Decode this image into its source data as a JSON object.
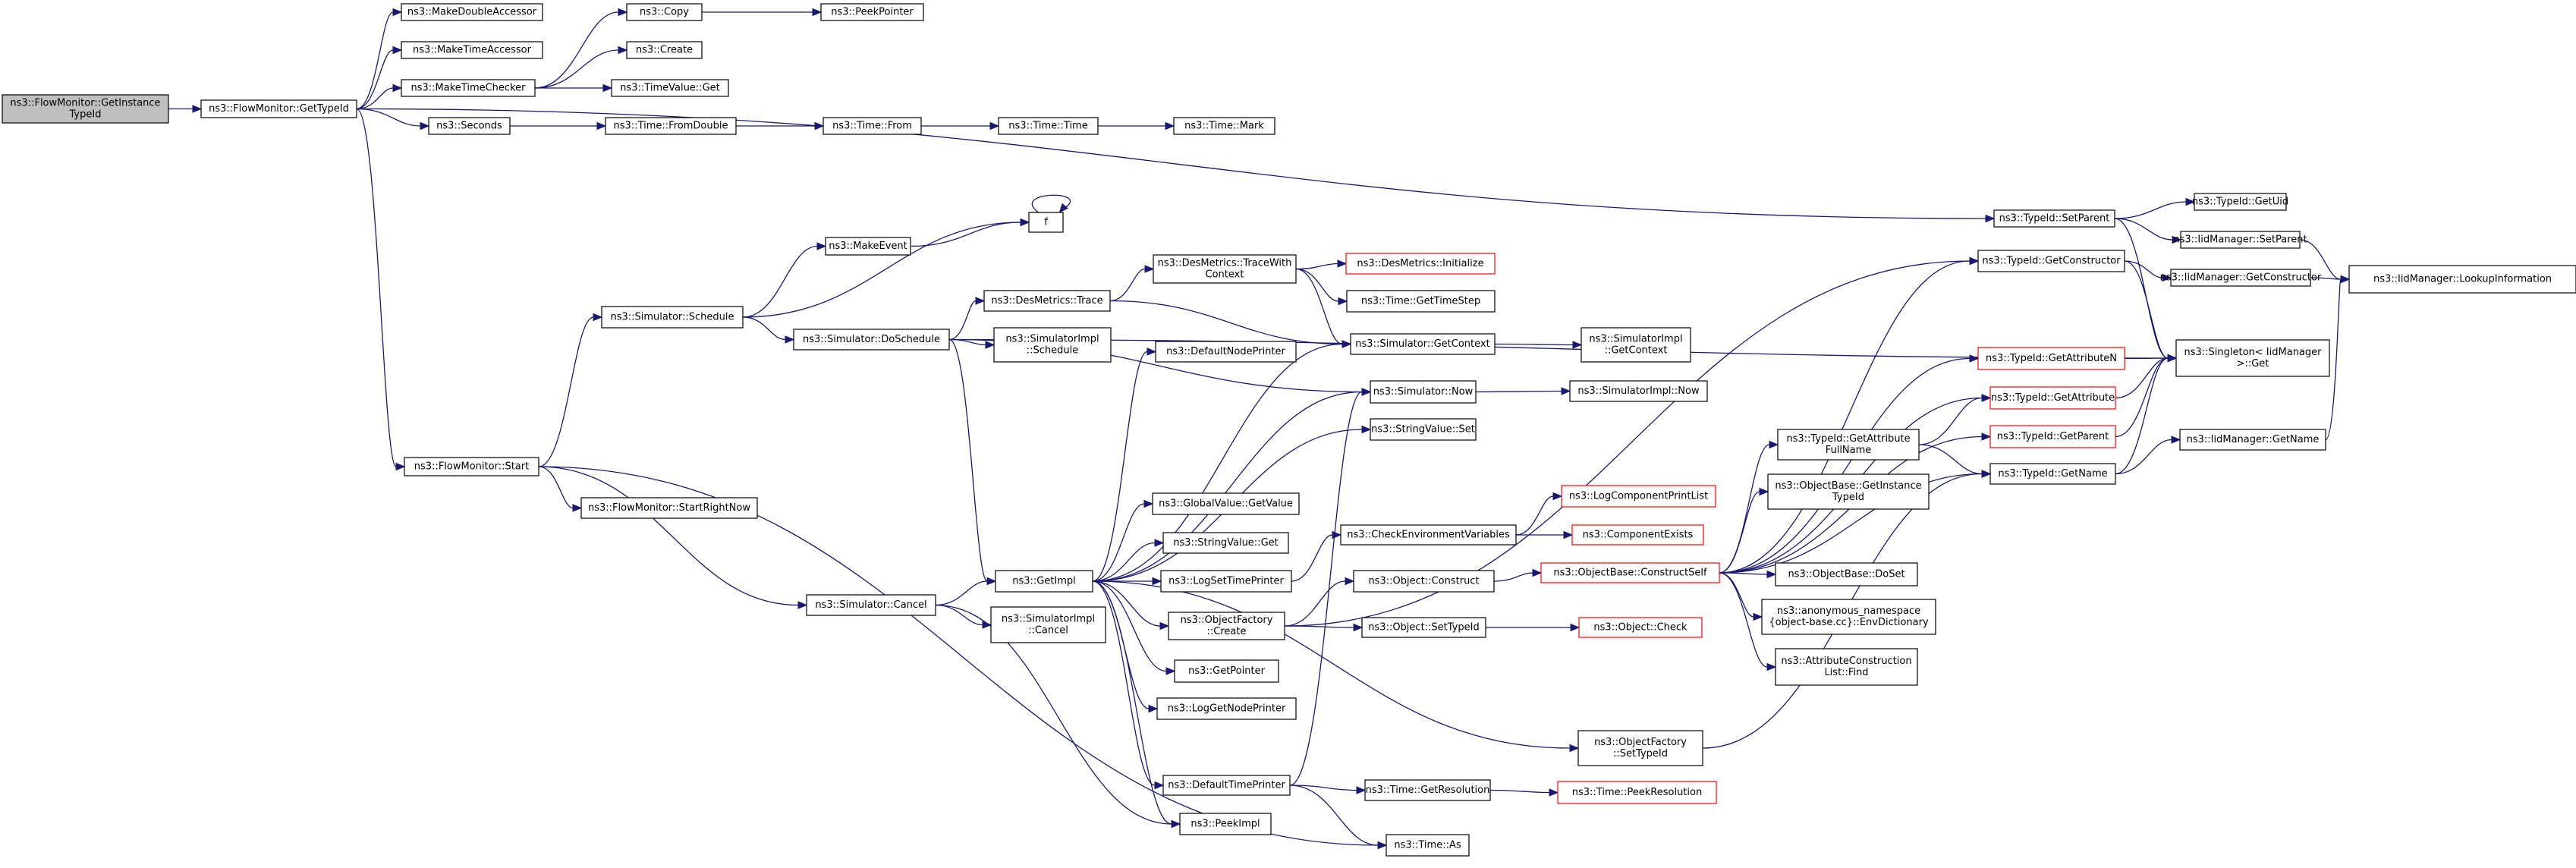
{
  "nodes": [
    {
      "id": "n0",
      "lines": [
        "ns3::FlowMonitor::GetInstance",
        "TypeId"
      ],
      "style": "root"
    },
    {
      "id": "n1",
      "lines": [
        "ns3::FlowMonitor::GetTypeId"
      ]
    },
    {
      "id": "n2",
      "lines": [
        "ns3::MakeDoubleAccessor"
      ]
    },
    {
      "id": "n3",
      "lines": [
        "ns3::MakeTimeAccessor"
      ]
    },
    {
      "id": "n4",
      "lines": [
        "ns3::MakeTimeChecker"
      ]
    },
    {
      "id": "n5",
      "lines": [
        "ns3::Seconds"
      ]
    },
    {
      "id": "n6",
      "lines": [
        "ns3::FlowMonitor::Start"
      ]
    },
    {
      "id": "n7",
      "lines": [
        "ns3::Copy"
      ]
    },
    {
      "id": "n8",
      "lines": [
        "ns3::Create"
      ]
    },
    {
      "id": "n9",
      "lines": [
        "ns3::TimeValue::Get"
      ]
    },
    {
      "id": "n10",
      "lines": [
        "ns3::PeekPointer"
      ]
    },
    {
      "id": "n11",
      "lines": [
        "ns3::Time::FromDouble"
      ]
    },
    {
      "id": "n12",
      "lines": [
        "ns3::Time::From"
      ]
    },
    {
      "id": "n13",
      "lines": [
        "ns3::Time::Time"
      ]
    },
    {
      "id": "n14",
      "lines": [
        "ns3::Time::Mark"
      ]
    },
    {
      "id": "n15",
      "lines": [
        "ns3::TypeId::SetParent"
      ]
    },
    {
      "id": "n16",
      "lines": [
        "ns3::TypeId::GetUid"
      ]
    },
    {
      "id": "n17",
      "lines": [
        "ns3::IidManager::SetParent"
      ]
    },
    {
      "id": "n18",
      "lines": [
        "ns3::IidManager::LookupInformation"
      ]
    },
    {
      "id": "n19",
      "lines": [
        "ns3::Singleton< IidManager",
        " >::Get"
      ]
    },
    {
      "id": "n20",
      "lines": [
        "ns3::IidManager::GetConstructor"
      ]
    },
    {
      "id": "n21",
      "lines": [
        "f"
      ]
    },
    {
      "id": "n22",
      "lines": [
        "ns3::MakeEvent"
      ]
    },
    {
      "id": "n23",
      "lines": [
        "ns3::Simulator::Schedule"
      ]
    },
    {
      "id": "n24",
      "lines": [
        "ns3::Simulator::DoSchedule"
      ]
    },
    {
      "id": "n25",
      "lines": [
        "ns3::DesMetrics::TraceWith",
        "Context"
      ]
    },
    {
      "id": "n26",
      "lines": [
        "ns3::DesMetrics::Initialize"
      ],
      "style": "red"
    },
    {
      "id": "n27",
      "lines": [
        "ns3::DesMetrics::Trace"
      ]
    },
    {
      "id": "n28",
      "lines": [
        "ns3::Time::GetTimeStep"
      ]
    },
    {
      "id": "n29",
      "lines": [
        "ns3::SimulatorImpl",
        "::Schedule"
      ]
    },
    {
      "id": "n30",
      "lines": [
        "ns3::DefaultNodePrinter"
      ]
    },
    {
      "id": "n31",
      "lines": [
        "ns3::Simulator::GetContext"
      ]
    },
    {
      "id": "n32",
      "lines": [
        "ns3::SimulatorImpl",
        "::GetContext"
      ]
    },
    {
      "id": "n33",
      "lines": [
        "ns3::TypeId::GetConstructor"
      ]
    },
    {
      "id": "n34",
      "lines": [
        "ns3::TypeId::GetAttributeN"
      ],
      "style": "red"
    },
    {
      "id": "n35",
      "lines": [
        "ns3::TypeId::GetAttribute"
      ],
      "style": "red"
    },
    {
      "id": "n36",
      "lines": [
        "ns3::Simulator::Now"
      ]
    },
    {
      "id": "n37",
      "lines": [
        "ns3::SimulatorImpl::Now"
      ]
    },
    {
      "id": "n38",
      "lines": [
        "ns3::StringValue::Set"
      ]
    },
    {
      "id": "n39",
      "lines": [
        "ns3::TypeId::GetAttribute",
        "FullName"
      ]
    },
    {
      "id": "n40",
      "lines": [
        "ns3::TypeId::GetParent"
      ],
      "style": "red"
    },
    {
      "id": "n41",
      "lines": [
        "ns3::IidManager::GetName"
      ]
    },
    {
      "id": "n42",
      "lines": [
        "ns3::TypeId::GetName"
      ]
    },
    {
      "id": "n43",
      "lines": [
        "ns3::FlowMonitor::StartRightNow"
      ]
    },
    {
      "id": "n44",
      "lines": [
        "ns3::GlobalValue::GetValue"
      ]
    },
    {
      "id": "n45",
      "lines": [
        "ns3::LogComponentPrintList"
      ],
      "style": "red"
    },
    {
      "id": "n46",
      "lines": [
        "ns3::ObjectBase::GetInstance",
        "TypeId"
      ]
    },
    {
      "id": "n47",
      "lines": [
        "ns3::StringValue::Get"
      ]
    },
    {
      "id": "n48",
      "lines": [
        "ns3::CheckEnvironmentVariables"
      ]
    },
    {
      "id": "n49",
      "lines": [
        "ns3::ComponentExists"
      ],
      "style": "red"
    },
    {
      "id": "n50",
      "lines": [
        "ns3::GetImpl"
      ]
    },
    {
      "id": "n51",
      "lines": [
        "ns3::LogSetTimePrinter"
      ]
    },
    {
      "id": "n52",
      "lines": [
        "ns3::Object::Construct"
      ]
    },
    {
      "id": "n53",
      "lines": [
        "ns3::ObjectBase::ConstructSelf"
      ],
      "style": "red"
    },
    {
      "id": "n54",
      "lines": [
        "ns3::ObjectBase::DoSet"
      ]
    },
    {
      "id": "n55",
      "lines": [
        "ns3::Simulator::Cancel"
      ]
    },
    {
      "id": "n56",
      "lines": [
        "ns3::SimulatorImpl",
        "::Cancel"
      ]
    },
    {
      "id": "n57",
      "lines": [
        "ns3::ObjectFactory",
        "::Create"
      ]
    },
    {
      "id": "n58",
      "lines": [
        "ns3::anonymous_namespace",
        "{object-base.cc}::EnvDictionary"
      ]
    },
    {
      "id": "n59",
      "lines": [
        "ns3::Object::SetTypeId"
      ]
    },
    {
      "id": "n60",
      "lines": [
        "ns3::Object::Check"
      ],
      "style": "red"
    },
    {
      "id": "n61",
      "lines": [
        "ns3::AttributeConstruction",
        "List::Find"
      ]
    },
    {
      "id": "n62",
      "lines": [
        "ns3::GetPointer"
      ]
    },
    {
      "id": "n63",
      "lines": [
        "ns3::LogGetNodePrinter"
      ]
    },
    {
      "id": "n64",
      "lines": [
        "ns3::ObjectFactory",
        "::SetTypeId"
      ]
    },
    {
      "id": "n65",
      "lines": [
        "ns3::DefaultTimePrinter"
      ]
    },
    {
      "id": "n66",
      "lines": [
        "ns3::Time::GetResolution"
      ]
    },
    {
      "id": "n67",
      "lines": [
        "ns3::Time::PeekResolution"
      ],
      "style": "red"
    },
    {
      "id": "n68",
      "lines": [
        "ns3::PeekImpl"
      ]
    },
    {
      "id": "n69",
      "lines": [
        "ns3::Time::As"
      ]
    }
  ],
  "edges": [
    [
      "n0",
      "n1"
    ],
    [
      "n1",
      "n2"
    ],
    [
      "n1",
      "n3"
    ],
    [
      "n1",
      "n4"
    ],
    [
      "n1",
      "n5"
    ],
    [
      "n1",
      "n6"
    ],
    [
      "n1",
      "n15"
    ],
    [
      "n4",
      "n7"
    ],
    [
      "n4",
      "n8"
    ],
    [
      "n4",
      "n9"
    ],
    [
      "n7",
      "n10"
    ],
    [
      "n5",
      "n11"
    ],
    [
      "n11",
      "n12"
    ],
    [
      "n12",
      "n13"
    ],
    [
      "n13",
      "n14"
    ],
    [
      "n15",
      "n16"
    ],
    [
      "n15",
      "n17"
    ],
    [
      "n15",
      "n19"
    ],
    [
      "n17",
      "n18"
    ],
    [
      "n20",
      "n18"
    ],
    [
      "n33",
      "n20"
    ],
    [
      "n33",
      "n19"
    ],
    [
      "n41",
      "n18"
    ],
    [
      "n42",
      "n41"
    ],
    [
      "n42",
      "n19"
    ],
    [
      "n40",
      "n19"
    ],
    [
      "n35",
      "n19"
    ],
    [
      "n34",
      "n19"
    ],
    [
      "n6",
      "n23"
    ],
    [
      "n6",
      "n43"
    ],
    [
      "n6",
      "n55"
    ],
    [
      "n6",
      "n69"
    ],
    [
      "n23",
      "n22"
    ],
    [
      "n23",
      "n21"
    ],
    [
      "n23",
      "n24"
    ],
    [
      "n22",
      "n21"
    ],
    [
      "n21",
      "n21"
    ],
    [
      "n24",
      "n27"
    ],
    [
      "n24",
      "n29"
    ],
    [
      "n24",
      "n36"
    ],
    [
      "n24",
      "n50"
    ],
    [
      "n24",
      "n19"
    ],
    [
      "n27",
      "n25"
    ],
    [
      "n27",
      "n31"
    ],
    [
      "n25",
      "n26"
    ],
    [
      "n25",
      "n28"
    ],
    [
      "n25",
      "n31"
    ],
    [
      "n31",
      "n32"
    ],
    [
      "n36",
      "n37"
    ],
    [
      "n55",
      "n50"
    ],
    [
      "n55",
      "n56"
    ],
    [
      "n55",
      "n68"
    ],
    [
      "n50",
      "n30"
    ],
    [
      "n50",
      "n31"
    ],
    [
      "n50",
      "n36"
    ],
    [
      "n50",
      "n38"
    ],
    [
      "n50",
      "n44"
    ],
    [
      "n50",
      "n47"
    ],
    [
      "n50",
      "n51"
    ],
    [
      "n50",
      "n57"
    ],
    [
      "n50",
      "n62"
    ],
    [
      "n50",
      "n63"
    ],
    [
      "n50",
      "n64"
    ],
    [
      "n50",
      "n65"
    ],
    [
      "n50",
      "n68"
    ],
    [
      "n51",
      "n48"
    ],
    [
      "n48",
      "n45"
    ],
    [
      "n48",
      "n49"
    ],
    [
      "n57",
      "n52"
    ],
    [
      "n57",
      "n59"
    ],
    [
      "n57",
      "n33"
    ],
    [
      "n52",
      "n53"
    ],
    [
      "n59",
      "n60"
    ],
    [
      "n53",
      "n33"
    ],
    [
      "n53",
      "n34"
    ],
    [
      "n53",
      "n35"
    ],
    [
      "n53",
      "n39"
    ],
    [
      "n53",
      "n40"
    ],
    [
      "n53",
      "n42"
    ],
    [
      "n53",
      "n46"
    ],
    [
      "n53",
      "n54"
    ],
    [
      "n53",
      "n58"
    ],
    [
      "n53",
      "n61"
    ],
    [
      "n39",
      "n35"
    ],
    [
      "n39",
      "n42"
    ],
    [
      "n64",
      "n42"
    ],
    [
      "n65",
      "n66"
    ],
    [
      "n65",
      "n69"
    ],
    [
      "n65",
      "n36"
    ],
    [
      "n66",
      "n67"
    ]
  ]
}
